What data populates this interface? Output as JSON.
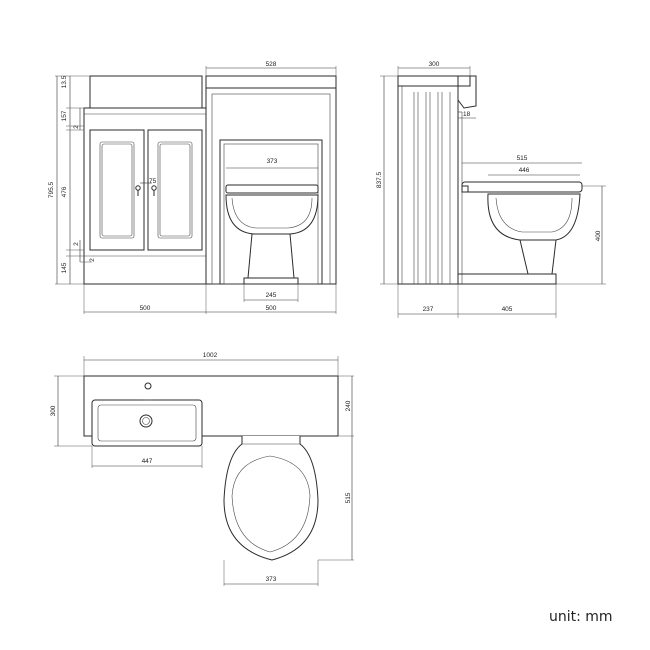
{
  "front_view": {
    "dim_basin_height": "13.5",
    "dim_total_height": "795.5",
    "dim_drawer_height": "157",
    "dim_door_height": "476",
    "dim_plinth_height": "145",
    "dim_gap_top": "2",
    "dim_gap_mid": "2",
    "dim_gap_bottom": "2",
    "dim_handle_spacing": "75",
    "dim_toilet_unit_width": "528",
    "dim_pan_width": "373",
    "dim_pedestal_width": "245",
    "dim_vanity_width": "500",
    "dim_toilet_section_width": "500"
  },
  "side_view": {
    "dim_depth_top": "300",
    "dim_offset": "18",
    "dim_total_height": "837.5",
    "dim_seat_depth": "515",
    "dim_bowl_depth": "446",
    "dim_toilet_height": "400",
    "dim_cabinet_depth": "237",
    "dim_pan_projection": "405"
  },
  "top_view": {
    "dim_total_width": "1002",
    "dim_depth": "300",
    "dim_worktop_depth": "240",
    "dim_basin_width": "447",
    "dim_toilet_projection": "515",
    "dim_seat_width": "373"
  },
  "units_label": "unit: mm"
}
